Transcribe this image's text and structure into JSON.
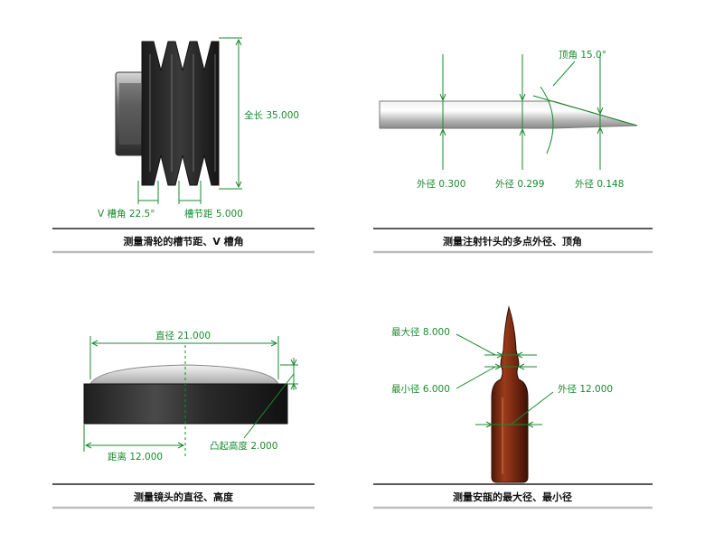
{
  "colors": {
    "accent_green": "#1a8a2e",
    "rule_dark": "#222222",
    "rule_light": "#bdbdbd",
    "ampoule_brown": "#7a2a12"
  },
  "panels": {
    "pulley": {
      "caption": "测量滑轮的槽节距、V 槽角",
      "dims": {
        "total_length": "全长 35.000",
        "v_angle": "V 槽角 22.5°",
        "pitch": "槽节距 5.000"
      }
    },
    "needle": {
      "caption": "测量注射针头的多点外径、顶角",
      "dims": {
        "tip_angle": "顶角 15.0°",
        "od_1": "外径 0.300",
        "od_2": "外径 0.299",
        "od_3": "外径 0.148"
      }
    },
    "lens": {
      "caption": "测量镜头的直径、高度",
      "dims": {
        "diameter": "直径 21.000",
        "distance": "距离 12.000",
        "height": "凸起高度 2.000"
      }
    },
    "ampoule": {
      "caption": "测量安瓿的最大径、最小径",
      "dims": {
        "max_d": "最大径 8.000",
        "min_d": "最小径 6.000",
        "od": "外径 12.000"
      }
    }
  }
}
